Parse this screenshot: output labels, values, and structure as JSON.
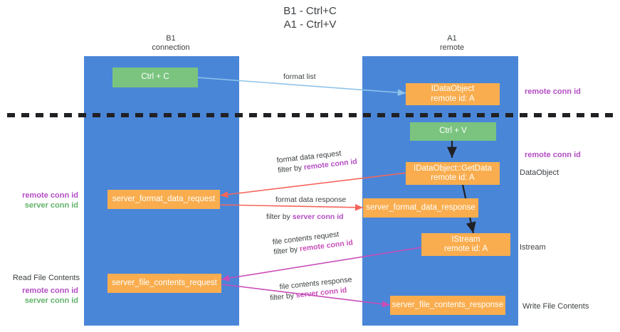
{
  "title": "B1 - Ctrl+C\nA1 - Ctrl+V",
  "lanes": [
    {
      "id": "b1",
      "header": "B1\nconnection"
    },
    {
      "id": "a1",
      "header": "A1\nremote"
    }
  ],
  "boxes": {
    "ctrl_c": "Ctrl + C",
    "ctrl_v": "Ctrl + V",
    "ole_get_clipboard": "IDataObject\nremote id: A",
    "get_data": "IDataObject::GetData\nremote id: A",
    "istream": "IStream\nremote id: A",
    "server_format_data_request": "server_format_data_request",
    "server_format_data_response": "server_format_data_response",
    "server_file_contents_request": "server_file_contents_request",
    "server_file_contents_response": "server_file_contents_response"
  },
  "right_notes": {
    "remote_conn_id_top": "remote conn id",
    "remote_conn_id_mid": "remote conn id",
    "data_object": "DataObject",
    "istream": "Istream",
    "write_file_contents": "Write File Contents"
  },
  "left_notes": {
    "remote_conn_id": "remote conn id",
    "server_conn_id": "server conn id",
    "read_file_contents": "Read File Contents",
    "remote_conn_id_2": "remote conn id",
    "server_conn_id_2": "server conn id"
  },
  "edge_labels": {
    "format_list": "format list",
    "format_data_request": "format data request",
    "format_data_request_filter_prefix": "filter by ",
    "format_data_request_filter_key": "remote conn id",
    "format_data_response": "format data response",
    "format_data_response_filter_prefix": "filter by ",
    "format_data_response_filter_key": "server conn id",
    "file_contents_request": "file contents request",
    "file_contents_request_filter_prefix": "filter by ",
    "file_contents_request_filter_key": "remote conn id",
    "file_contents_response": "file contents response",
    "file_contents_response_filter_prefix": "filter by ",
    "file_contents_response_filter_key": "server conn id"
  },
  "colors": {
    "lane": "#4a86d8",
    "green_box": "#7ac47f",
    "orange_box": "#f9ad4e",
    "purple_text": "#b44dc4",
    "green_text": "#62b36a",
    "magenta_text": "#c84db8",
    "red_arrow": "#f4665c",
    "blue_arrow": "#8fc4ea",
    "black_arrow": "#202124",
    "divider": "#202124"
  }
}
